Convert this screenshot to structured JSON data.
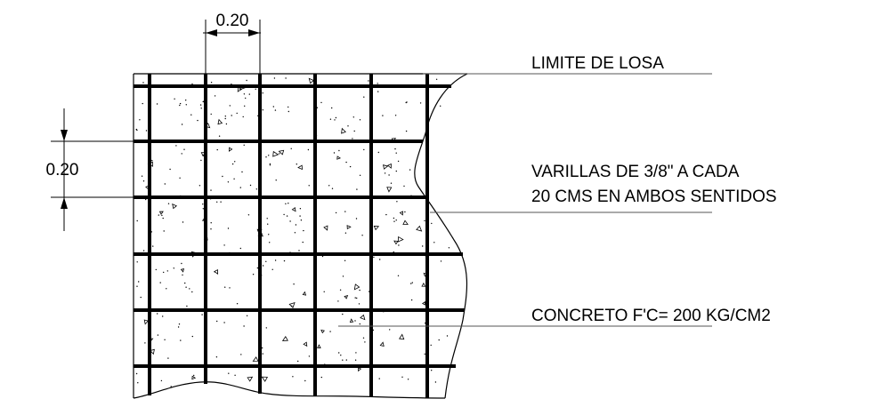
{
  "dimensions": {
    "horizontal_spacing": "0.20",
    "vertical_spacing": "0.20"
  },
  "labels": {
    "slab_limit": "LIMITE DE LOSA",
    "rebar_line1": "VARILLAS DE 3/8\" A CADA",
    "rebar_line2": "20 CMS EN AMBOS SENTIDOS",
    "concrete": "CONCRETO F'C= 200 KG/CM2"
  },
  "colors": {
    "line": "#000000",
    "leader": "#555555",
    "background": "#ffffff"
  }
}
